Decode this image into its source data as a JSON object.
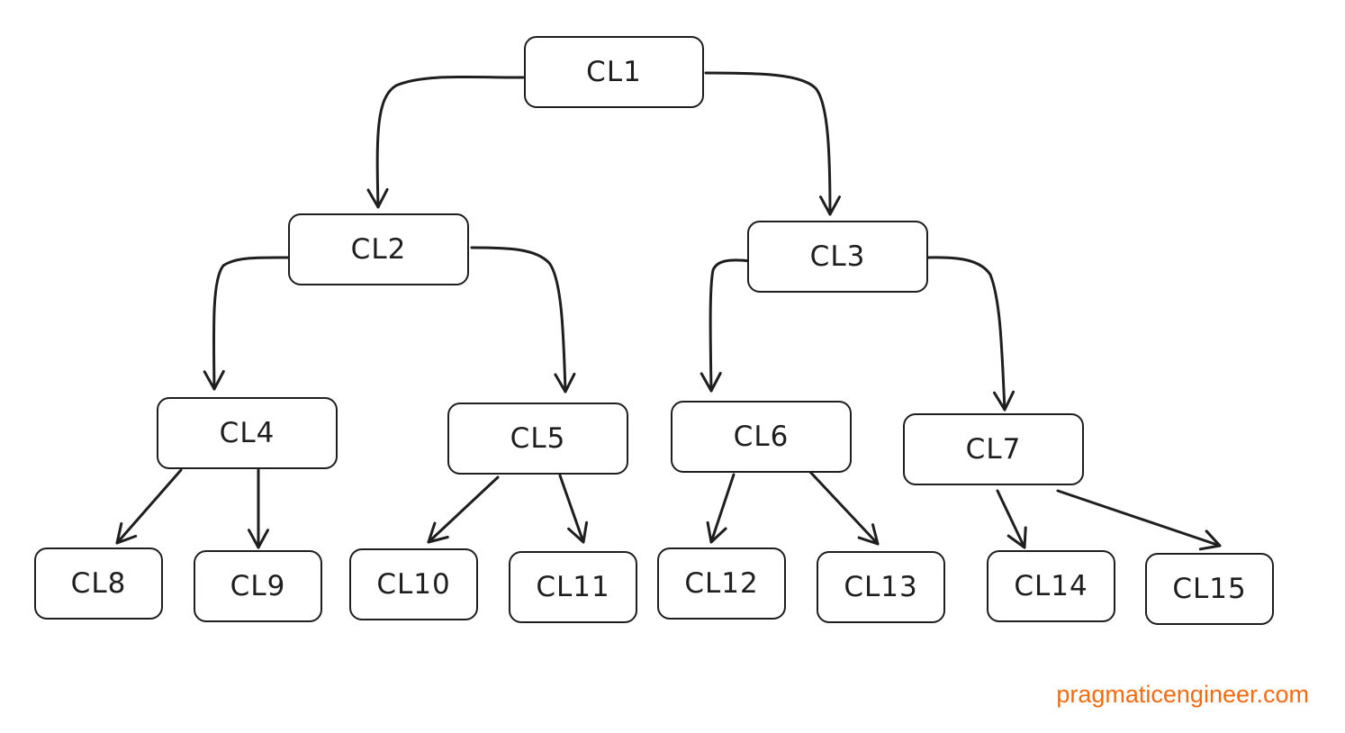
{
  "diagram": {
    "nodes": [
      {
        "id": "cl1",
        "label": "CL1"
      },
      {
        "id": "cl2",
        "label": "CL2"
      },
      {
        "id": "cl3",
        "label": "CL3"
      },
      {
        "id": "cl4",
        "label": "CL4"
      },
      {
        "id": "cl5",
        "label": "CL5"
      },
      {
        "id": "cl6",
        "label": "CL6"
      },
      {
        "id": "cl7",
        "label": "CL7"
      },
      {
        "id": "cl8",
        "label": "CL8"
      },
      {
        "id": "cl9",
        "label": "CL9"
      },
      {
        "id": "cl10",
        "label": "CL10"
      },
      {
        "id": "cl11",
        "label": "CL11"
      },
      {
        "id": "cl12",
        "label": "CL12"
      },
      {
        "id": "cl13",
        "label": "CL13"
      },
      {
        "id": "cl14",
        "label": "CL14"
      },
      {
        "id": "cl15",
        "label": "CL15"
      }
    ],
    "edges": [
      {
        "from": "cl1",
        "to": "cl2"
      },
      {
        "from": "cl1",
        "to": "cl3"
      },
      {
        "from": "cl2",
        "to": "cl4"
      },
      {
        "from": "cl2",
        "to": "cl5"
      },
      {
        "from": "cl3",
        "to": "cl6"
      },
      {
        "from": "cl3",
        "to": "cl7"
      },
      {
        "from": "cl4",
        "to": "cl8"
      },
      {
        "from": "cl4",
        "to": "cl9"
      },
      {
        "from": "cl5",
        "to": "cl10"
      },
      {
        "from": "cl5",
        "to": "cl11"
      },
      {
        "from": "cl6",
        "to": "cl12"
      },
      {
        "from": "cl6",
        "to": "cl13"
      },
      {
        "from": "cl7",
        "to": "cl14"
      },
      {
        "from": "cl7",
        "to": "cl15"
      }
    ]
  },
  "watermark": "pragmaticengineer.com",
  "colors": {
    "stroke": "#1e1e1e",
    "watermark": "#f26b10",
    "background": "#ffffff"
  }
}
